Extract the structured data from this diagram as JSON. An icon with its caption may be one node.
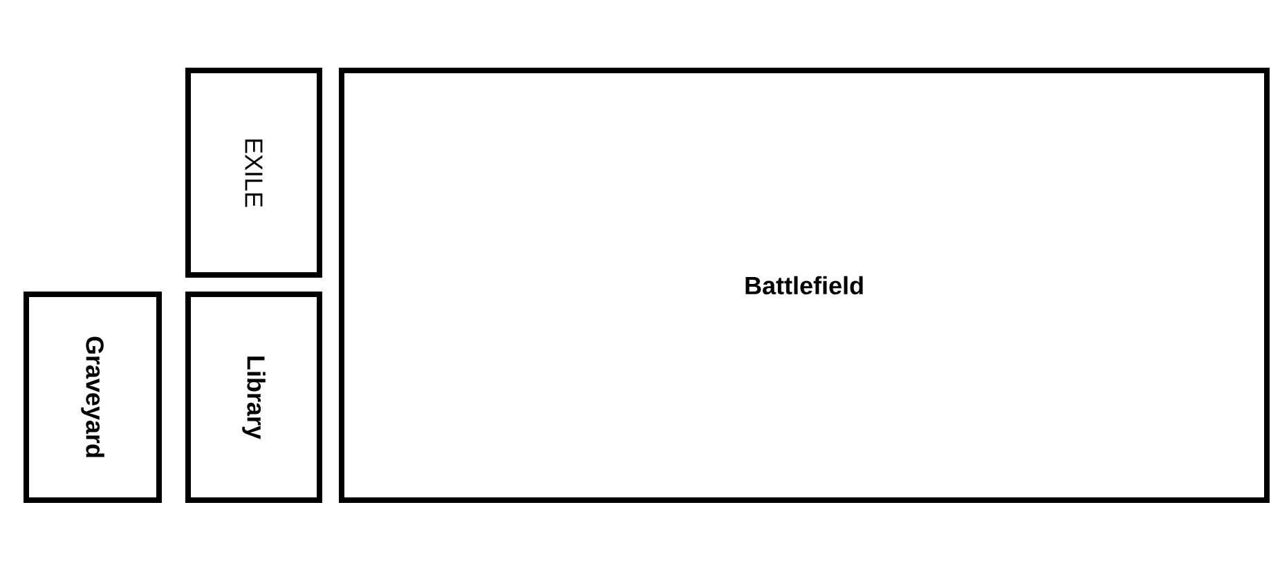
{
  "diagram": {
    "nodes": [
      {
        "text": [
          "EXILE"
        ]
      },
      {
        "text": [
          "Battlefield"
        ]
      },
      {
        "text": [
          "Graveyard"
        ]
      },
      {
        "text": [
          "Library"
        ]
      }
    ]
  }
}
